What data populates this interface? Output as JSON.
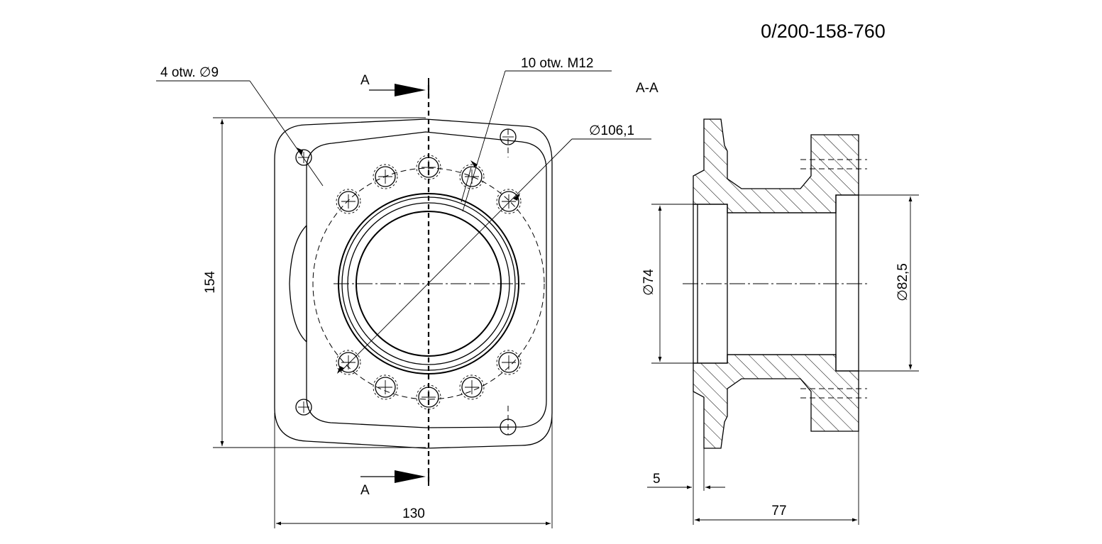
{
  "drawing_number": "0/200-158-760",
  "section_title": "A-A",
  "section_marker": "A",
  "callouts": {
    "holes_mount": "4 otw. ∅9",
    "holes_thread": "10 otw. M12",
    "bolt_circle": "∅106,1"
  },
  "dimensions": {
    "height": "154",
    "width": "130",
    "bore_left": "∅74",
    "bore_right": "∅82,5",
    "flange_step": "5",
    "length": "77"
  }
}
